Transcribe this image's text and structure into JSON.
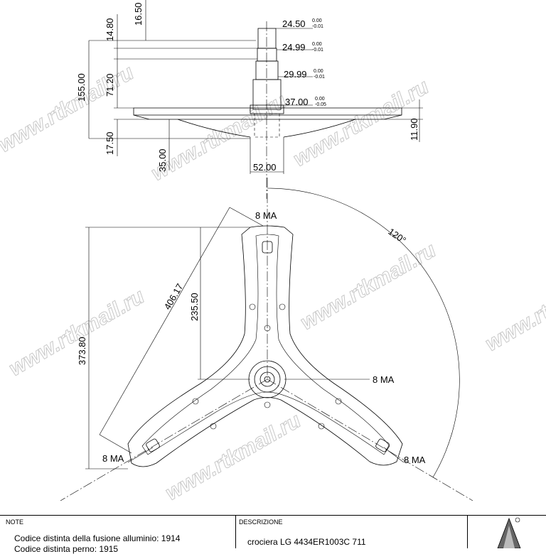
{
  "dimensions": {
    "d1": "16.50",
    "d2": "14.80",
    "d3": "155.00",
    "d4": "71.20",
    "d5": "17.50",
    "d6": "35.00",
    "d7": "24.50",
    "d8": "24.99",
    "d9": "29.99",
    "d10": "37.00",
    "d11": "11.90",
    "d12": "52.00",
    "d13": "406.17",
    "d14": "373.80",
    "d15": "235.50",
    "d16": "120°",
    "tol_a": "0.00",
    "tol_b": "-0.01",
    "tol_c": "0.00",
    "tol_d": "-0.05"
  },
  "threads": {
    "top": "8 MA",
    "center": "8 MA",
    "left": "8 MA",
    "right": "8 MA"
  },
  "watermark": "www.rtkmail.ru",
  "title_block": {
    "note_heading": "NOTE",
    "note_line1": "Codice distinta della fusione alluminio: 1914",
    "note_line2": "Codice distinta perno:                     1915",
    "desc_heading": "DESCRIZIONE",
    "desc_text": "crociera LG 4434ER1003C 711"
  }
}
